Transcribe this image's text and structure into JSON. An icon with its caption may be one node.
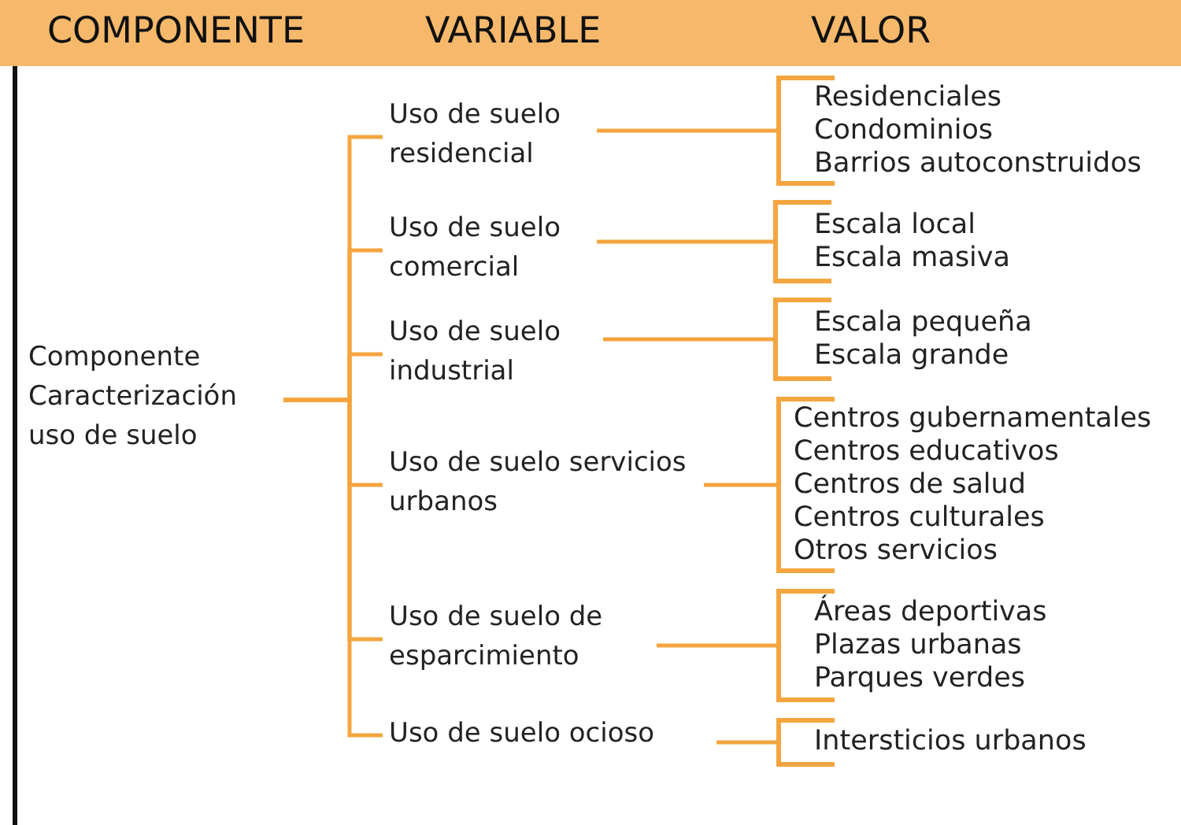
{
  "diagram": {
    "nodes": [
      {
        "text": [
          "Componente Caracterización uso de suelo"
        ]
      },
      {
        "text": [
          "Uso de suelo residencial"
        ]
      },
      {
        "text": [
          "Uso de suelo comercial"
        ]
      },
      {
        "text": [
          "Uso de suelo industrial"
        ]
      },
      {
        "text": [
          "Uso de suelo servicios urbanos"
        ]
      },
      {
        "text": [
          "Uso de suelo de esparcimiento"
        ]
      },
      {
        "text": [
          "Uso de suelo ocioso"
        ]
      },
      {
        "text": [
          "Residenciales",
          "Condominios",
          "Barrios autoconstruidos"
        ]
      },
      {
        "text": [
          "Escala local",
          "Escala masiva"
        ]
      },
      {
        "text": [
          "Escala pequeña",
          "Escala grande"
        ]
      },
      {
        "text": [
          "Centros gubernamentales",
          "Centros educativos",
          "Centros de salud",
          "Centros culturales",
          "Otros servicios"
        ]
      },
      {
        "text": [
          "Áreas deportivas",
          "Plazas urbanas",
          "Parques verdes"
        ]
      },
      {
        "text": [
          "Intersticios urbanos"
        ]
      }
    ],
    "edges": [
      {
        "from": 0,
        "to": 1,
        "arrow": "none"
      },
      {
        "from": 0,
        "to": 2,
        "arrow": "none"
      },
      {
        "from": 0,
        "to": 3,
        "arrow": "none"
      },
      {
        "from": 0,
        "to": 4,
        "arrow": "none"
      },
      {
        "from": 0,
        "to": 5,
        "arrow": "none"
      },
      {
        "from": 0,
        "to": 6,
        "arrow": "none"
      },
      {
        "from": 1,
        "to": 7,
        "arrow": "none"
      },
      {
        "from": 2,
        "to": 8,
        "arrow": "none"
      },
      {
        "from": 3,
        "to": 9,
        "arrow": "none"
      },
      {
        "from": 4,
        "to": 10,
        "arrow": "none"
      },
      {
        "from": 5,
        "to": 11,
        "arrow": "none"
      },
      {
        "from": 6,
        "to": 12,
        "arrow": "none"
      }
    ],
    "labels": [
      "COMPONENTE",
      "VARIABLE",
      "VALOR"
    ]
  }
}
